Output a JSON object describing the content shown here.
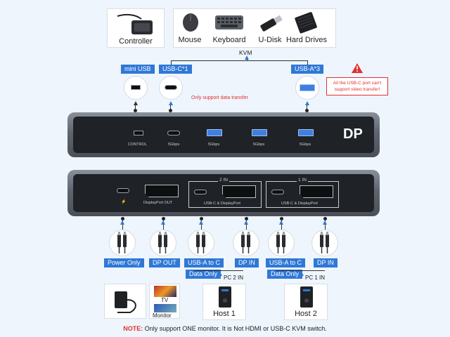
{
  "top_devices": {
    "controller": "Controller",
    "mouse": "Mouse",
    "keyboard": "Keyboard",
    "udisk": "U-Disk",
    "harddrives": "Hard Drives"
  },
  "kvm_label": "KVM",
  "port_tags": {
    "mini_usb": "mini USB",
    "usbc1": "USB-C*1",
    "usba3": "USB-A*3"
  },
  "data_note": "Only support data transfer",
  "warning": "All the USB-C port can't support video transfer!",
  "dp_logo": "DP",
  "top_panel": {
    "control": "CONTROL",
    "speed1": "5Gbps",
    "speed2": "5Gbps",
    "speed3": "5Gbps",
    "speed4": "5Gbps"
  },
  "bottom_panel": {
    "dp_out": "DisplayPort OUT",
    "in2": "2 IN",
    "in1": "1 IN",
    "combo2": "USB-C & DisplayPort",
    "combo1": "USB-C & DisplayPort",
    "power_symbol": "⚡"
  },
  "cable_tags": {
    "power_only": "Power Only",
    "dp_out": "DP OUT",
    "usba_c_1": "USB-A to C",
    "dp_in_1": "DP IN",
    "usba_c_2": "USB-A to C",
    "dp_in_2": "DP IN",
    "data_only_1": "Data Only",
    "data_only_2": "Data Only"
  },
  "pc_labels": {
    "pc2": "PC 2 IN",
    "pc1": "PC 1 IN"
  },
  "bottom_devices": {
    "tv": "TV",
    "monitor": "Monitor",
    "host1": "Host 1",
    "host2": "Host 2"
  },
  "note": {
    "prefix": "NOTE:",
    "text": " Only support ONE monitor. It is Not HDMI or USB-C KVM switch."
  },
  "colors": {
    "accent": "#2f78d6",
    "warning": "#e23030"
  }
}
